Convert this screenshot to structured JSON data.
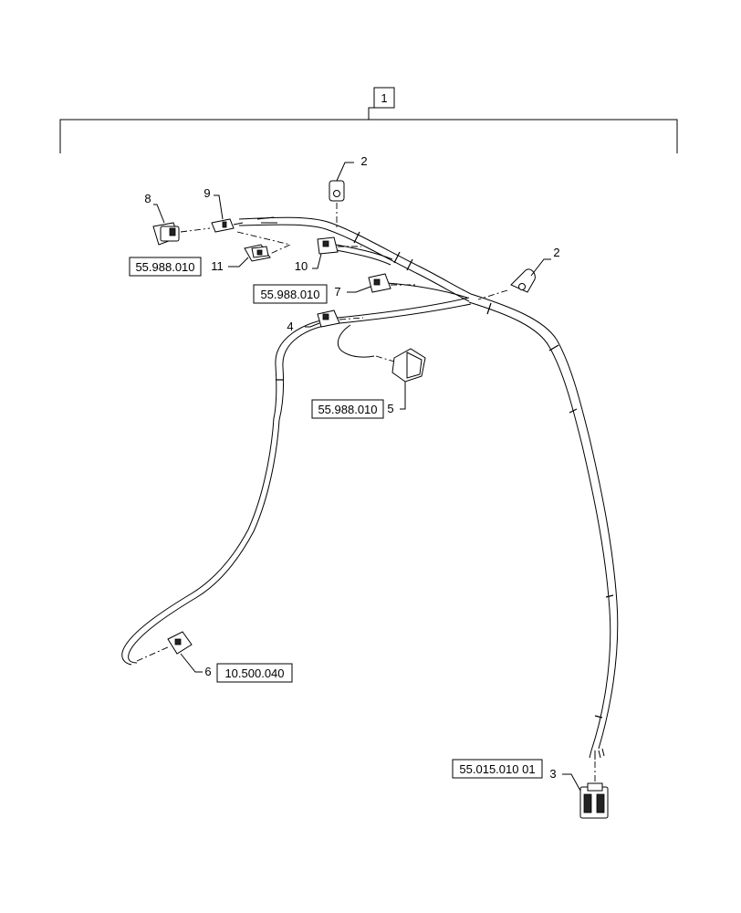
{
  "assembly": {
    "item": "1"
  },
  "callouts": [
    {
      "id": "c2a",
      "label": "2"
    },
    {
      "id": "c2b",
      "label": "2"
    },
    {
      "id": "c3",
      "label": "3",
      "ref": "55.015.010 01"
    },
    {
      "id": "c4",
      "label": "4"
    },
    {
      "id": "c5",
      "label": "5",
      "ref": "55.988.010"
    },
    {
      "id": "c6",
      "label": "6",
      "ref": "10.500.040"
    },
    {
      "id": "c7",
      "label": "7",
      "ref": "55.988.010"
    },
    {
      "id": "c8",
      "label": "8"
    },
    {
      "id": "c9",
      "label": "9"
    },
    {
      "id": "c10",
      "label": "10"
    },
    {
      "id": "c11",
      "label": "11",
      "ref": "55.988.010"
    }
  ]
}
